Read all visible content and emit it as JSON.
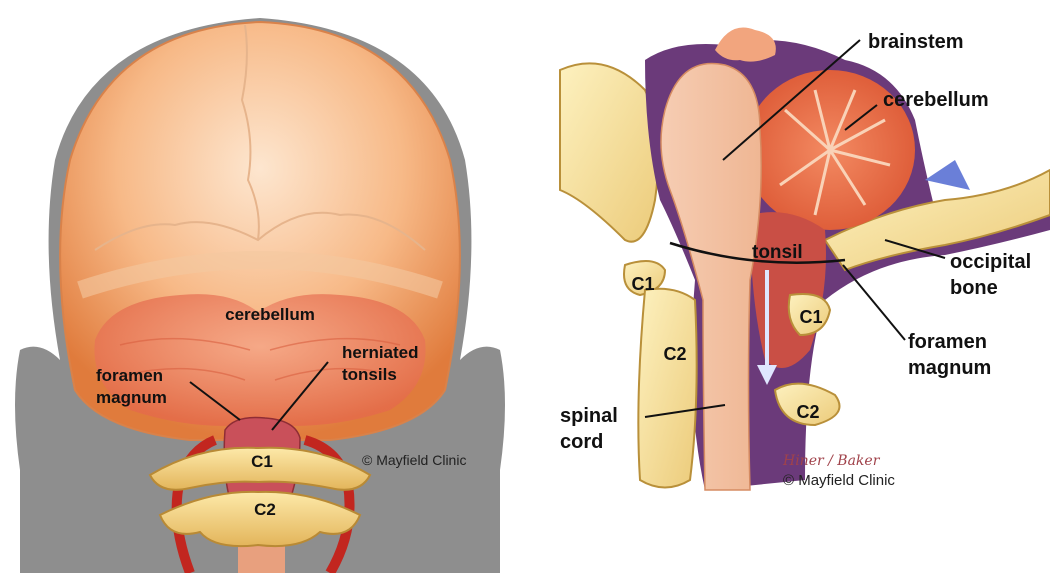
{
  "left": {
    "cerebellum": "cerebellum",
    "herniated_1": "herniated",
    "herniated_2": "tonsils",
    "foramen_1": "foramen",
    "foramen_2": "magnum",
    "c1": "C1",
    "c2": "C2",
    "credit": "© Mayfield Clinic"
  },
  "right": {
    "brainstem": "brainstem",
    "cerebellum": "cerebellum",
    "tonsil": "tonsil",
    "occipital_1": "occipital",
    "occipital_2": "bone",
    "foramen_1": "foramen",
    "foramen_2": "magnum",
    "spinal_1": "spinal",
    "spinal_2": "cord",
    "c1_left": "C1",
    "c2_left": "C2",
    "c1_right": "C1",
    "c2_right": "C2",
    "signature": "Hiner / Baker",
    "credit": "© Mayfield Clinic"
  }
}
